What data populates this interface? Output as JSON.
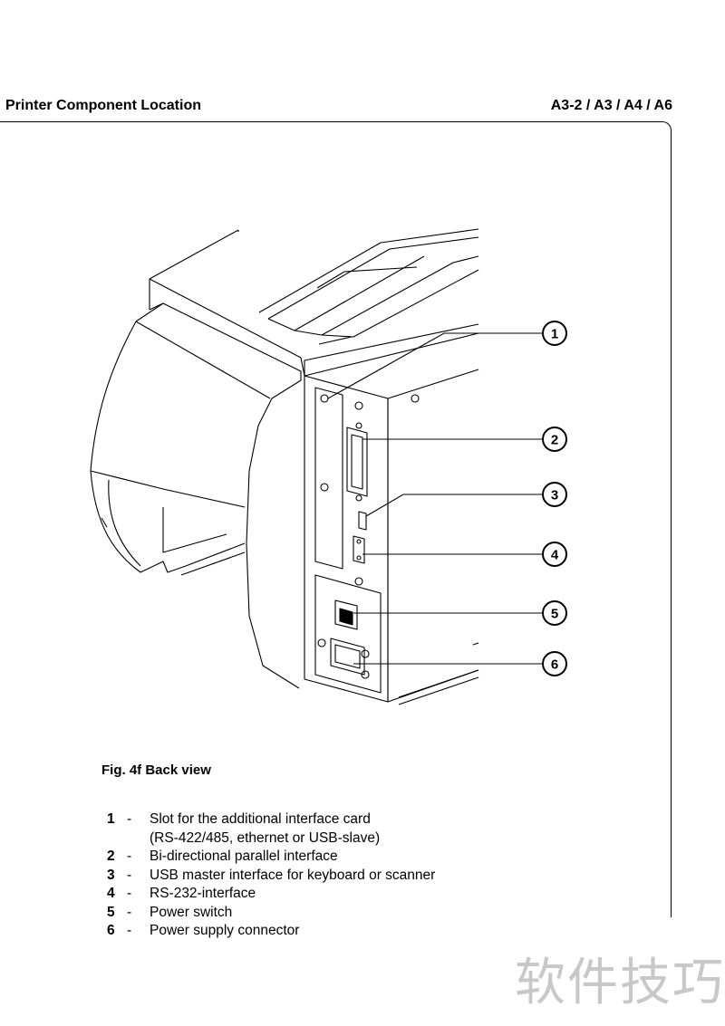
{
  "header": {
    "title": "Printer Component Location",
    "models": "A3-2 / A3 / A4 / A6"
  },
  "figure": {
    "caption": "Fig. 4f  Back view",
    "callouts": [
      "1",
      "2",
      "3",
      "4",
      "5",
      "6"
    ]
  },
  "legend": [
    {
      "num": "1",
      "dash": "-",
      "text": "Slot for the additional interface card",
      "sub": "(RS-422/485, ethernet or USB-slave)"
    },
    {
      "num": "2",
      "dash": "-",
      "text": "Bi-directional parallel interface"
    },
    {
      "num": "3",
      "dash": "-",
      "text": "USB master interface for keyboard or scanner"
    },
    {
      "num": "4",
      "dash": "-",
      "text": "RS-232-interface"
    },
    {
      "num": "5",
      "dash": "-",
      "text": "Power switch"
    },
    {
      "num": "6",
      "dash": "-",
      "text": "Power supply connector"
    }
  ],
  "watermark": "软件技巧"
}
